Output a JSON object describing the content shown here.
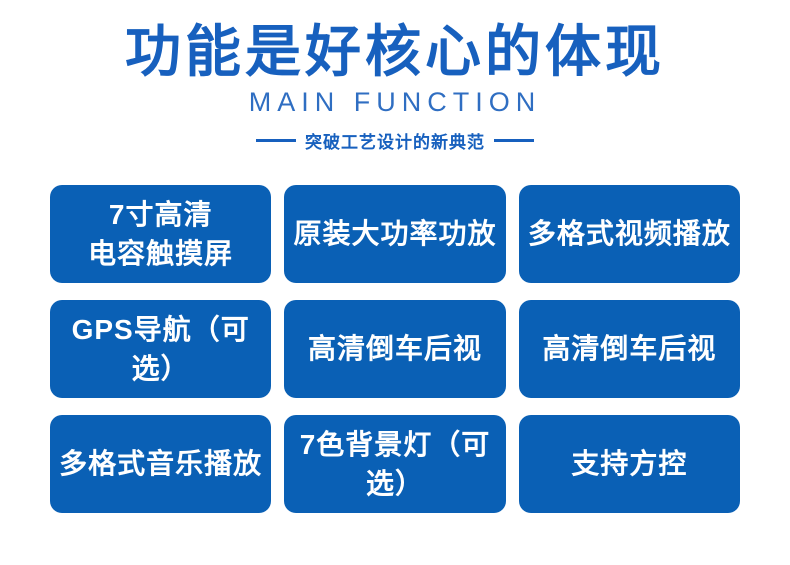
{
  "header": {
    "title": "功能是好核心的体现",
    "subtitle": "MAIN FUNCTION",
    "tagline": "突破工艺设计的新典范"
  },
  "features": [
    {
      "label": "7寸高清\n电容触摸屏"
    },
    {
      "label": "原装大功率功放"
    },
    {
      "label": "多格式视频播放"
    },
    {
      "label": "GPS导航（可选）"
    },
    {
      "label": "高清倒车后视"
    },
    {
      "label": "高清倒车后视"
    },
    {
      "label": "多格式音乐播放"
    },
    {
      "label": "7色背景灯（可选）"
    },
    {
      "label": "支持方控"
    }
  ],
  "colors": {
    "title_blue": "#1760BE",
    "subtitle_blue": "#2F6EC2",
    "card_blue": "#0A60B5",
    "text_white": "#FFFFFF"
  }
}
